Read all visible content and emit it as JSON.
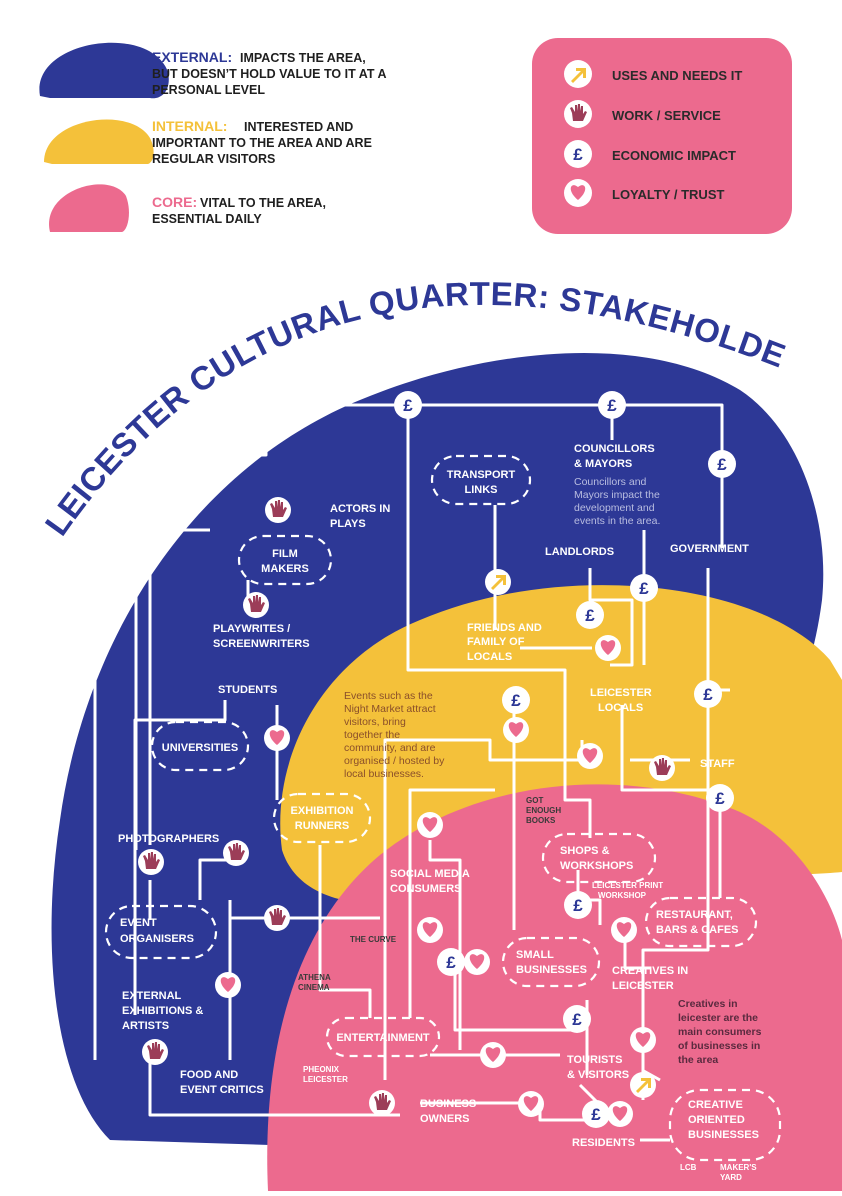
{
  "legend": {
    "external_colour": "#2d3896",
    "internal_colour": "#f4c13a",
    "core_colour": "#ec6a8e",
    "external_head": "EXTERNAL:",
    "external_l1": "IMPACTS THE AREA,",
    "external_l2": "BUT DOESN’T HOLD VALUE TO IT AT A",
    "external_l3": "PERSONAL LEVEL",
    "internal_head": "INTERNAL:",
    "internal_l1": "INTERESTED AND",
    "internal_l2": "IMPORTANT TO THE AREA AND ARE",
    "internal_l3": "REGULAR VISITORS",
    "core_head": "CORE:",
    "core_l1": "VITAL TO THE AREA,",
    "core_l2": "ESSENTIAL DAILY"
  },
  "key": {
    "uses": "USES AND NEEDS IT",
    "work": "WORK / SERVICE",
    "economic": "ECONOMIC IMPACT",
    "loyalty": "LOYALTY / TRUST",
    "icons": [
      "arrow-icon",
      "hand-icon",
      "pound-icon",
      "heart-icon"
    ]
  },
  "title": "LEICESTER CULTURAL QUARTER:  STAKEHOLDER MAP",
  "nodes": {
    "transport_l1": "TRANSPORT",
    "transport_l2": "LINKS",
    "film_l1": "FILM",
    "film_l2": "MAKERS",
    "universities": "UNIVERSITIES",
    "exhibition_l1": "EXHIBITION",
    "exhibition_l2": "RUNNERS",
    "event_l1": "EVENT",
    "event_l2": "ORGANISERS",
    "shops_l1": "SHOPS &",
    "shops_l2": "WORKSHOPS",
    "restaurant_l1": "RESTAURANT,",
    "restaurant_l2": "BARS & CAFES",
    "small_l1": "SMALL",
    "small_l2": "BUSINESSES",
    "entertainment": "ENTERTAINMENT",
    "creative_l1": "CREATIVE",
    "creative_l2": "ORIENTED",
    "creative_l3": "BUSINESSES"
  },
  "labels": {
    "councillors_l1": "COUNCILLORS",
    "councillors_l2": "& MAYORS",
    "actors_l1": "ACTORS IN",
    "actors_l2": "PLAYS",
    "landlords": "LANDLORDS",
    "government": "GOVERNMENT",
    "playwrites_l1": "PLAYWRITES /",
    "playwrites_l2": "SCREENWRITERS",
    "friends_l1": "FRIENDS AND",
    "friends_l2": "FAMILY OF",
    "friends_l3": "LOCALS",
    "students": "STUDENTS",
    "locals_l1": "LEICESTER",
    "locals_l2": "LOCALS",
    "staff": "STAFF",
    "photographers": "PHOTOGRAPHERS",
    "social_l1": "SOCIAL MEDIA",
    "social_l2": "CONSUMERS",
    "creatives_l1": "CREATIVES IN",
    "creatives_l2": "LEICESTER",
    "external_ex_l1": "EXTERNAL",
    "external_ex_l2": "EXHIBITIONS &",
    "external_ex_l3": "ARTISTS",
    "food_l1": "FOOD AND",
    "food_l2": "EVENT CRITICS",
    "tourists_l1": "TOURISTS",
    "tourists_l2": "& VISITORS",
    "business_l1": "BUSINESS",
    "business_l2": "OWNERS",
    "residents": "RESIDENTS"
  },
  "small": {
    "got_l1": "GOT",
    "got_l2": "ENOUGH",
    "got_l3": "BOOKS",
    "print_l1": "LEICESTER PRINT",
    "print_l2": "WORKSHOP",
    "curve": "THE CURVE",
    "athena_l1": "ATHENA",
    "athena_l2": "CINEMA",
    "phoenix_l1": "PHEONIX",
    "phoenix_l2": "LEICESTER",
    "lcb": "LCB",
    "makers_l1": "MAKER'S",
    "makers_l2": "YARD"
  },
  "notes": {
    "council_l1": "Councillors and",
    "council_l2": "Mayors impact the",
    "council_l3": "development and",
    "council_l4": "events in the area.",
    "events_l1": "Events such as the",
    "events_l2": "Night Market attract",
    "events_l3": "visitors, bring",
    "events_l4": "together the",
    "events_l5": "community, and are",
    "events_l6": "organised / hosted by",
    "events_l7": "local businesses.",
    "creatives_l1": "Creatives in",
    "creatives_l2": "leicester are the",
    "creatives_l3": "main consumers",
    "creatives_l4": "of businesses in",
    "creatives_l5": "the area"
  }
}
